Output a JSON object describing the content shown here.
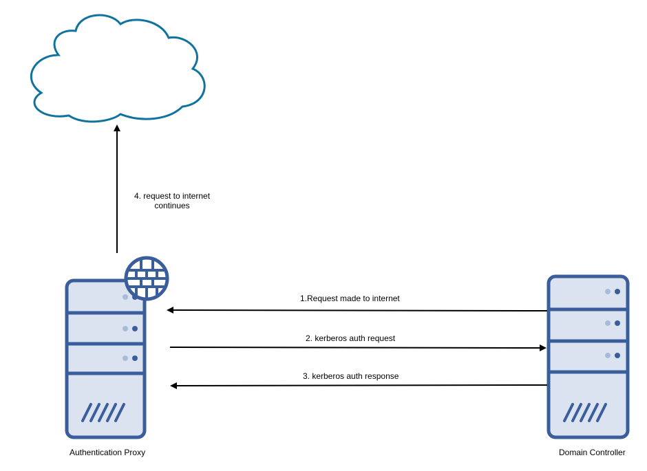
{
  "nodes": {
    "cloud": {
      "label": ""
    },
    "proxy": {
      "label": "Authentication Proxy"
    },
    "domain_controller": {
      "label": "Domain Controller"
    }
  },
  "edges": [
    {
      "id": "step1",
      "label": "1.Request made to internet"
    },
    {
      "id": "step2",
      "label": "2. kerberos auth request"
    },
    {
      "id": "step3",
      "label": "3. kerberos auth response"
    },
    {
      "id": "step4",
      "label_line1": "4. request to internet",
      "label_line2": "continues"
    }
  ],
  "colors": {
    "server_fill": "#dae3ef",
    "server_stroke": "#3a5d9c",
    "cloud_stroke": "#10739e",
    "dot_light": "#a7bcd9",
    "dot_dark": "#3a5d9c",
    "arrow": "#000000"
  }
}
